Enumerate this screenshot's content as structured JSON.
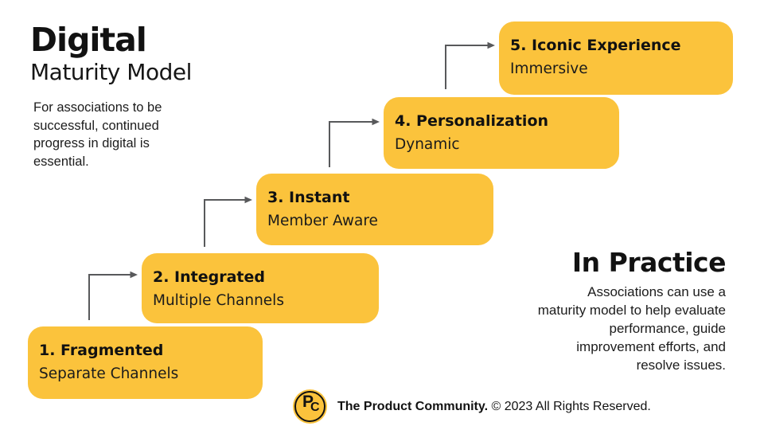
{
  "colors": {
    "box_yellow": "#FBC33C",
    "arrow_gray": "#58595B",
    "text_black": "#121212",
    "background": "#FFFFFF"
  },
  "header": {
    "title_bold": "Digital",
    "title_regular": "Maturity Model",
    "intro": "For associations to be\nsuccessful, continued\nprogress in digital is\nessential."
  },
  "steps": [
    {
      "title": "1. Fragmented",
      "subtitle": "Separate Channels"
    },
    {
      "title": "2. Integrated",
      "subtitle": "Multiple Channels"
    },
    {
      "title": "3. Instant",
      "subtitle": "Member Aware"
    },
    {
      "title": "4. Personalization",
      "subtitle": "Dynamic"
    },
    {
      "title": "5. Iconic Experience",
      "subtitle": "Immersive"
    }
  ],
  "in_practice": {
    "title": "In Practice",
    "body": "Associations can use a\nmaturity model to help evaluate\nperformance, guide\nimprovement efforts, and\nresolve issues."
  },
  "footer": {
    "logo_letter_p": "P",
    "logo_letter_c": "C",
    "brand": "The Product Community.",
    "copyright": "© 2023 All Rights Reserved."
  }
}
